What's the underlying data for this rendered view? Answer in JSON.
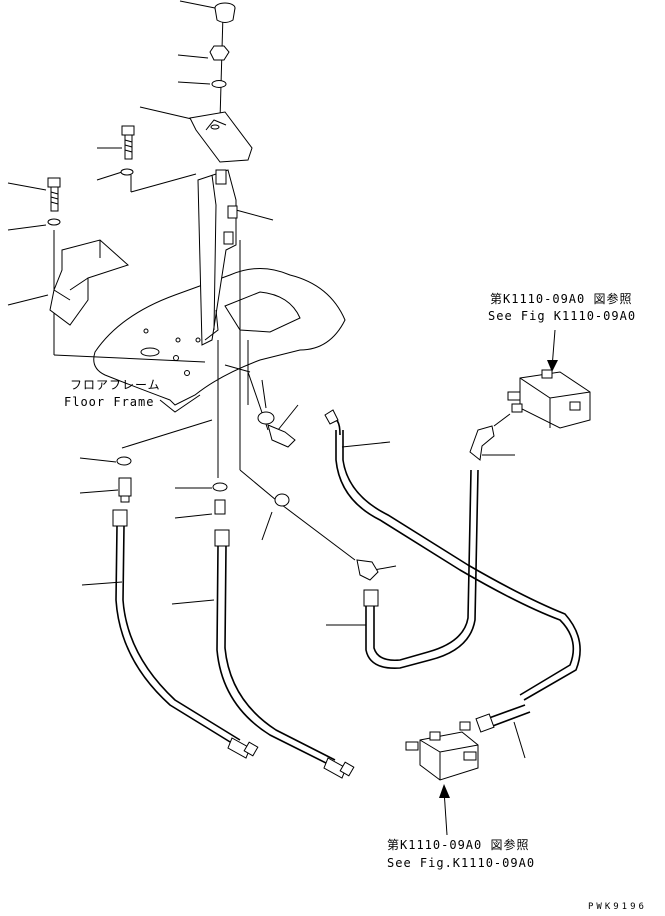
{
  "labels": {
    "floor_frame_jp": "フロアフレーム",
    "floor_frame_en": "Floor Frame",
    "ref_top_jp": "第K1110-09A0 図参照",
    "ref_top_en": "See Fig K1110-09A0",
    "ref_bottom_jp": "第K1110-09A0 図参照",
    "ref_bottom_en": "See Fig.K1110-09A0"
  },
  "drawing_code": "PWK9196",
  "icons": {
    "callout_arrow": "arrow-down-icon"
  }
}
